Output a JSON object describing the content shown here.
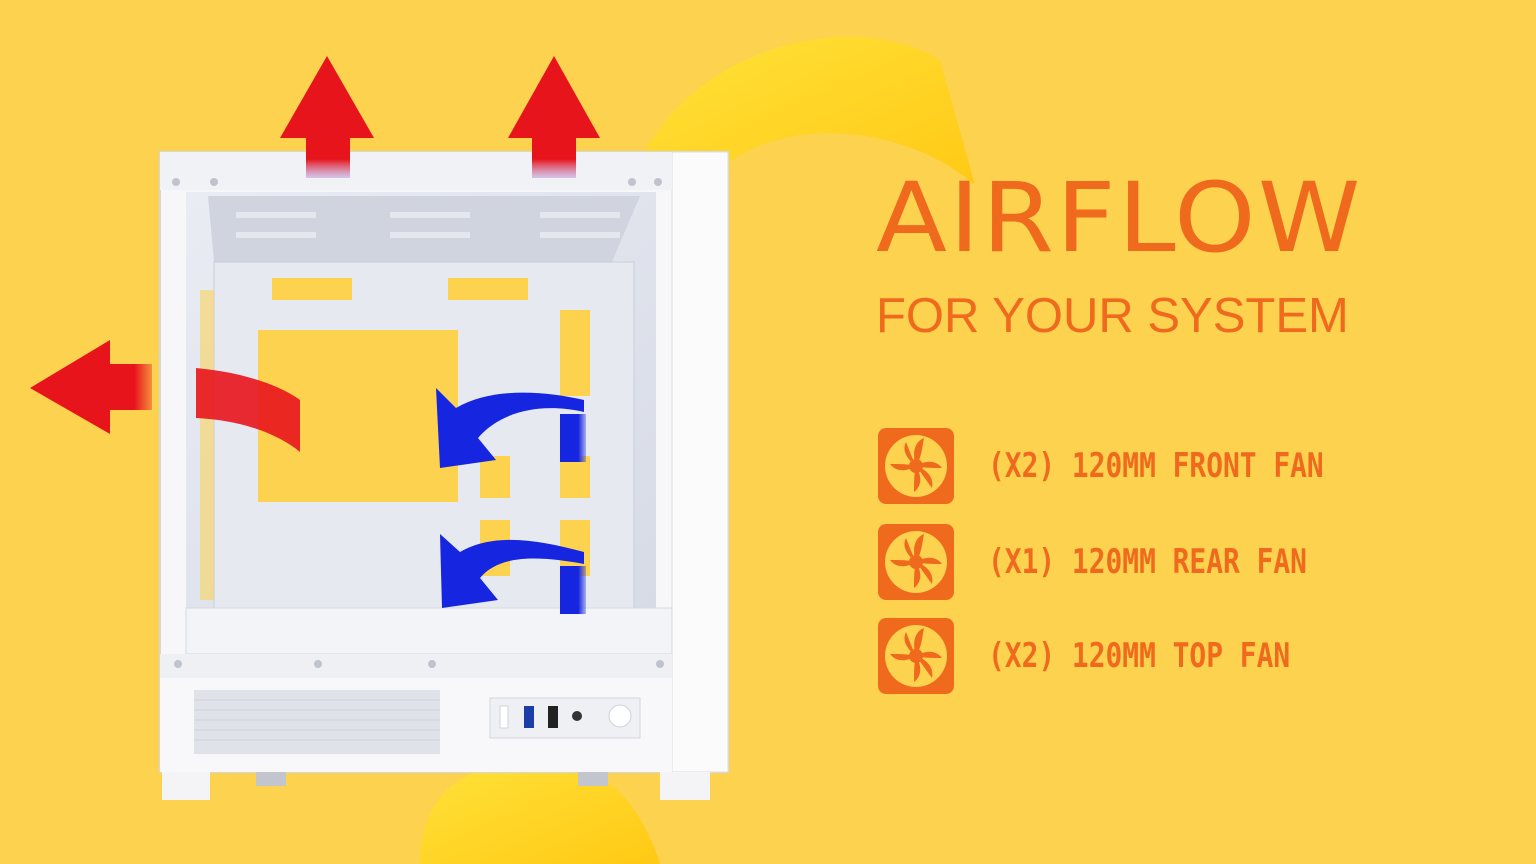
{
  "headline": "AIRFLOW",
  "subheadline": "FOR YOUR SYSTEM",
  "accent_color": "#f06a1e",
  "background_color": "#fcd24f",
  "exhaust_arrow_color": "#e8141c",
  "intake_arrow_color": "#1525e0",
  "fans": [
    {
      "icon": "fan-icon",
      "label": "(X2) 120MM FRONT FAN"
    },
    {
      "icon": "fan-icon",
      "label": "(X1) 120MM REAR FAN"
    },
    {
      "icon": "fan-icon",
      "label": "(X2) 120MM TOP FAN"
    }
  ]
}
